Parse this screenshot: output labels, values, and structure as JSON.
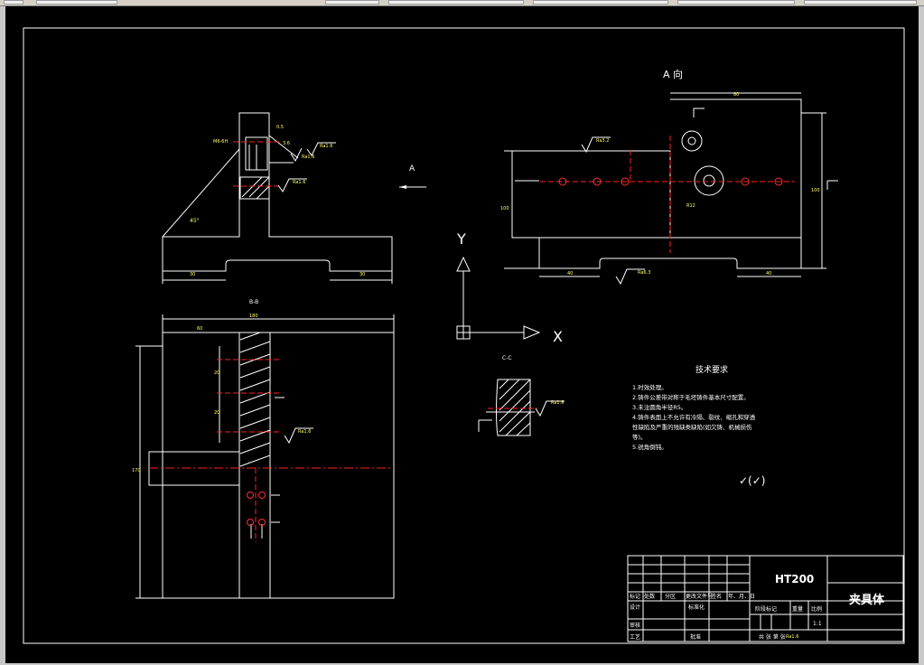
{
  "view_a_label": "A 向",
  "arrow_a_label": "A",
  "section_b_label": "B-B",
  "section_c_label": "C-C",
  "dim_overall_width": "180",
  "roughness": {
    "r1": "Ra1.6",
    "r2": "Ra1.6",
    "r3": "Ra1.6",
    "r4": "Ra3.2",
    "r5": "Ra1.6",
    "r6": "Ra1.6",
    "r7": "Ra1.6"
  },
  "angle_label": "45°",
  "axis": {
    "x": "X",
    "y": "Y"
  },
  "tech": {
    "title": "技术要求",
    "items": [
      "1.时效处理。",
      "2.铸件公差带对称于毛坯铸件基本尺寸配置。",
      "3.未注圆角半径R5。",
      "4.铸件表面上不允许有冷隔、裂纹、缩孔和穿透",
      "性缺陷及严重的残缺类缺陷(如欠铸、机械损伤",
      "等)。",
      "5.锐角倒钝。"
    ]
  },
  "roughness_other": "✓(✓)",
  "title_block": {
    "material": "HT200",
    "part_name": "夹具体",
    "scale": "1:1",
    "row_headers": [
      "标记",
      "处数",
      "分区",
      "更改文件号",
      "签名",
      "年、月、日"
    ],
    "design": "设计",
    "standard": "标准化",
    "stage_label": "阶段标记",
    "weight": "重量",
    "ratio": "比例",
    "check": "审核",
    "process": "工艺",
    "approve": "批准",
    "sheets": "共 张 第 张"
  }
}
